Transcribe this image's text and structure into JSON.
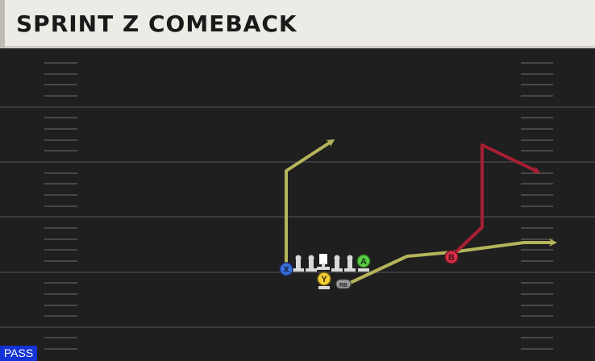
{
  "play": {
    "title": "SPRINT Z COMEBACK",
    "type_badge": "PASS"
  },
  "players": [
    {
      "id": "x",
      "label": "X",
      "color": "#3a6fd8"
    },
    {
      "id": "y",
      "label": "Y",
      "color": "#f4cf3a"
    },
    {
      "id": "a",
      "label": "A",
      "color": "#5ccb47"
    },
    {
      "id": "b",
      "label": "B",
      "color": "#d8324a"
    },
    {
      "id": "rb",
      "label": "RB",
      "color": "#8a8a8a"
    }
  ],
  "routes": [
    {
      "player": "x",
      "color": "#b5b45b"
    },
    {
      "player": "rb",
      "color": "#b5b45b"
    },
    {
      "player": "b",
      "color": "#a81e33"
    }
  ],
  "colors": {
    "field": "#1f1f1f",
    "yard_line": "#3b3b3b",
    "hash_mark": "#4a4a4a",
    "lineman": "#d9d9d9"
  }
}
